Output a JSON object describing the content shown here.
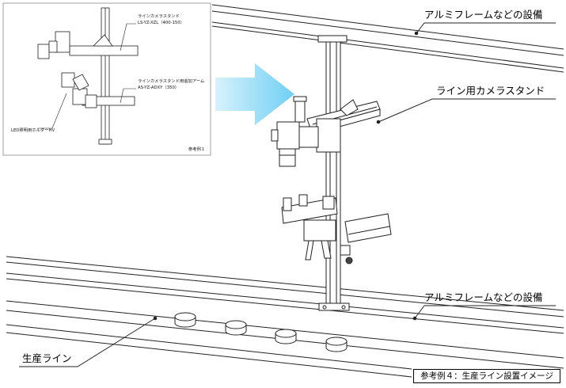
{
  "labels": {
    "aluminum_frame_top": "アルミフレームなどの設備",
    "camera_stand": "ライン用カメラスタンド",
    "aluminum_frame_bottom": "アルミフレームなどの設備",
    "production_line": "生産ライン"
  },
  "inset": {
    "stand_name": "ラインカメラスタンド",
    "stand_model": "LS-YZ-XZL（400-150）",
    "arm_name": "ラインカメラスタンド用追加アーム",
    "arm_model": "AS-YZ-ADXY（350）",
    "led_holder": "LED照明用ホルダーHV",
    "corner_note": "参考例１"
  },
  "caption": "参考例４：生産ライン設置イメージ",
  "colors": {
    "arrow": "#7fd4f5",
    "line": "#222222",
    "inset_border": "#a0a0a0"
  }
}
